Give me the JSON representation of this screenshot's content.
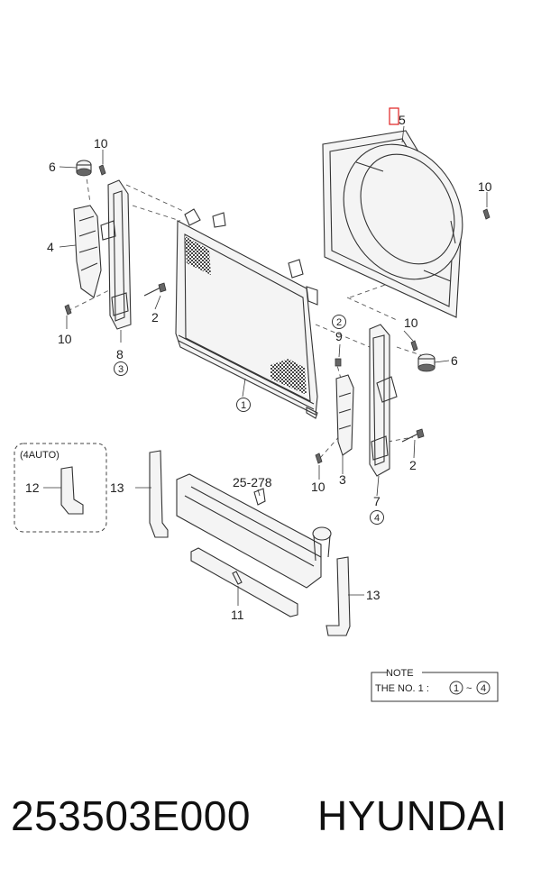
{
  "labels": {
    "p1": "1",
    "p2a": "2",
    "p2b": "2",
    "p3": "3",
    "p4": "4",
    "p5": "5",
    "p6a": "6",
    "p6b": "6",
    "p7": "7",
    "p8": "8",
    "p9": "9",
    "p10a": "10",
    "p10b": "10",
    "p10c": "10",
    "p10d": "10",
    "p10e": "10",
    "p11": "11",
    "p12": "12",
    "p13a": "13",
    "p13b": "13",
    "p25": "25-278"
  },
  "circled": {
    "c1": "1",
    "c2": "2",
    "c3": "3",
    "c4": "4"
  },
  "inset": {
    "title": "(4AUTO)"
  },
  "note": {
    "title": "NOTE",
    "prefix": "THE NO. 1 :",
    "from": "1",
    "sep": "~",
    "to": "4"
  },
  "caption": {
    "part_number": "253503E000",
    "brand": "HYUNDAI"
  },
  "colors": {
    "highlight": "#e02020",
    "line": "#333333"
  }
}
